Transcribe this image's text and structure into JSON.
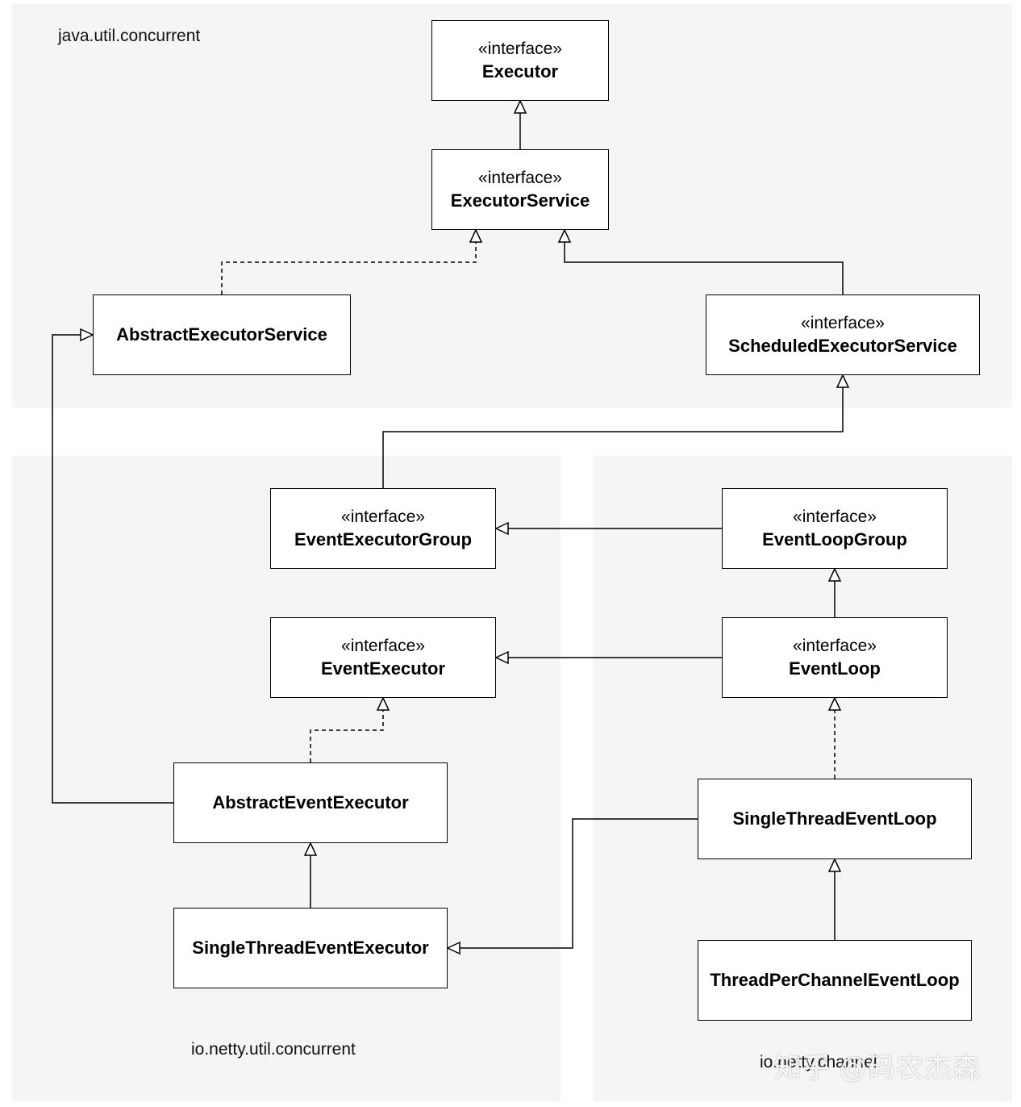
{
  "packages": {
    "java": {
      "label": "java.util.concurrent"
    },
    "netty_util": {
      "label": "io.netty.util.concurrent"
    },
    "netty_channel": {
      "label": "io.netty.channel"
    }
  },
  "stereotype": "«interface»",
  "classes": {
    "executor": {
      "name": "Executor",
      "interface": true
    },
    "executor_service": {
      "name": "ExecutorService",
      "interface": true
    },
    "abstract_executor_service": {
      "name": "AbstractExecutorService",
      "interface": false
    },
    "scheduled_executor_service": {
      "name": "ScheduledExecutorService",
      "interface": true
    },
    "event_executor_group": {
      "name": "EventExecutorGroup",
      "interface": true
    },
    "event_loop_group": {
      "name": "EventLoopGroup",
      "interface": true
    },
    "event_executor": {
      "name": "EventExecutor",
      "interface": true
    },
    "event_loop": {
      "name": "EventLoop",
      "interface": true
    },
    "abstract_event_executor": {
      "name": "AbstractEventExecutor",
      "interface": false
    },
    "single_thread_event_loop": {
      "name": "SingleThreadEventLoop",
      "interface": false
    },
    "single_thread_event_executor": {
      "name": "SingleThreadEventExecutor",
      "interface": false
    },
    "thread_per_channel_event_loop": {
      "name": "ThreadPerChannelEventLoop",
      "interface": false
    }
  },
  "relations": [
    {
      "from": "ExecutorService",
      "to": "Executor",
      "kind": "extends"
    },
    {
      "from": "AbstractExecutorService",
      "to": "ExecutorService",
      "kind": "implements"
    },
    {
      "from": "ScheduledExecutorService",
      "to": "ExecutorService",
      "kind": "extends"
    },
    {
      "from": "EventExecutorGroup",
      "to": "ScheduledExecutorService",
      "kind": "extends"
    },
    {
      "from": "EventLoopGroup",
      "to": "EventExecutorGroup",
      "kind": "extends"
    },
    {
      "from": "EventLoop",
      "to": "EventLoopGroup",
      "kind": "extends"
    },
    {
      "from": "EventLoop",
      "to": "EventExecutor",
      "kind": "extends"
    },
    {
      "from": "AbstractEventExecutor",
      "to": "EventExecutor",
      "kind": "implements"
    },
    {
      "from": "AbstractEventExecutor",
      "to": "AbstractExecutorService",
      "kind": "extends"
    },
    {
      "from": "SingleThreadEventExecutor",
      "to": "AbstractEventExecutor",
      "kind": "extends"
    },
    {
      "from": "SingleThreadEventLoop",
      "to": "EventLoop",
      "kind": "implements"
    },
    {
      "from": "SingleThreadEventLoop",
      "to": "SingleThreadEventExecutor",
      "kind": "extends"
    },
    {
      "from": "ThreadPerChannelEventLoop",
      "to": "SingleThreadEventLoop",
      "kind": "extends"
    }
  ],
  "watermark": "知乎 @码农杰森",
  "colors": {
    "package_bg": "#f5f5f5",
    "line": "#000000",
    "box_bg": "#ffffff"
  }
}
